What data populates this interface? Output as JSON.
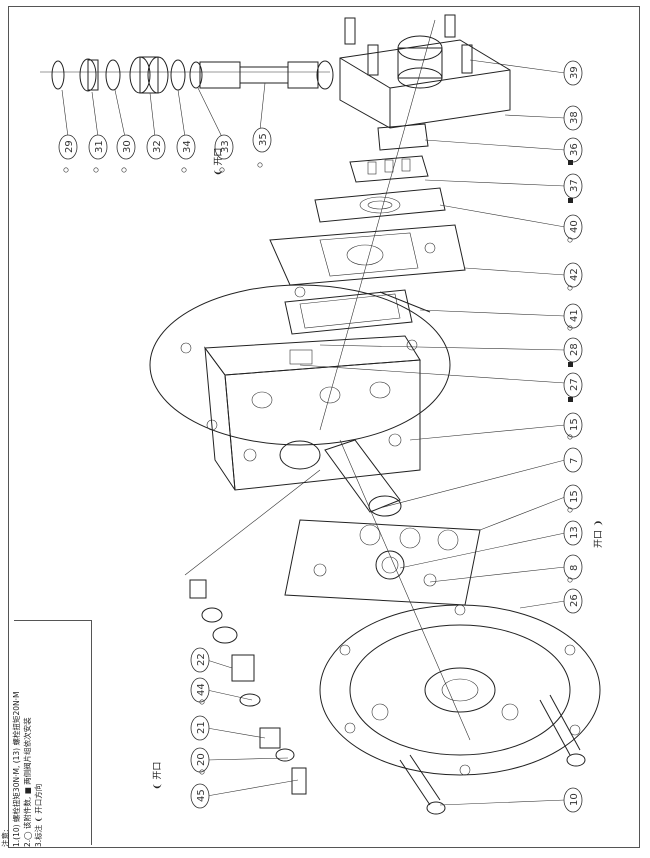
{
  "notes": {
    "title": "注意:",
    "line1": "1.(10) 螺栓扭矩30N·M, (13) 螺栓扭矩20N·M",
    "line2": "2.◯ 该附件数, ■ 两侧阀片组依次安装",
    "line3": "3.标注 ❨ 开口方向"
  },
  "open_labels": {
    "top": "❨ 开口",
    "right": "开口 ❩",
    "bottom": "❨ 开口"
  },
  "callouts": {
    "c29": "29",
    "c31": "31",
    "c30": "30",
    "c32": "32",
    "c34": "34",
    "c33": "33",
    "c35": "35",
    "c39": "39",
    "c38": "38",
    "c36": "36",
    "c37": "37",
    "c40": "40",
    "c42": "42",
    "c41": "41",
    "c28": "28",
    "c27": "27",
    "c15a": "15",
    "c7": "7",
    "c15b": "15",
    "c13": "13",
    "c8": "8",
    "c26": "26",
    "c10": "10",
    "c22": "22",
    "c44": "44",
    "c21": "21",
    "c20": "20",
    "c45": "45"
  }
}
